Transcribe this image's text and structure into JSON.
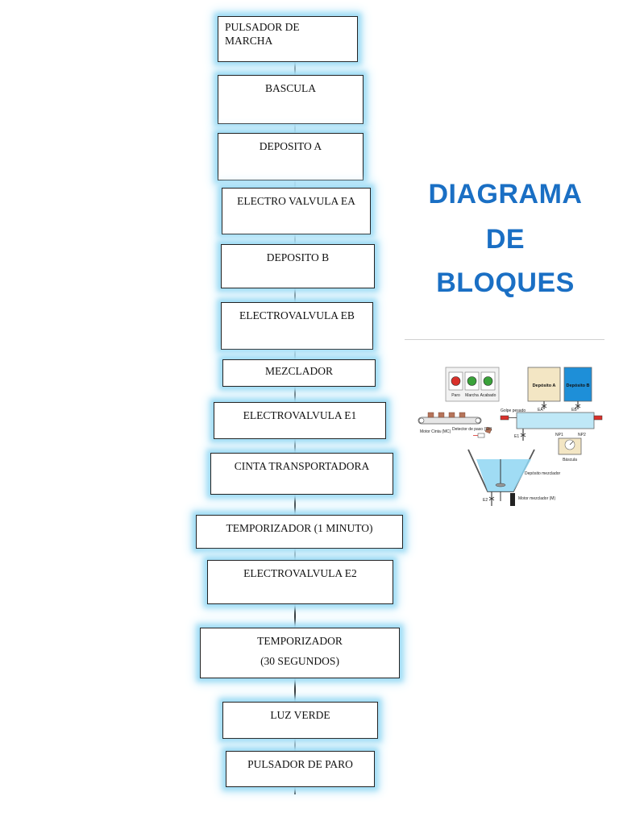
{
  "title": {
    "line1": "DIAGRAMA",
    "line2": "DE",
    "line3": "BLOQUES"
  },
  "blocks": [
    {
      "line1": "PULSADOR DE",
      "line2": "MARCHA"
    },
    {
      "label": "BASCULA"
    },
    {
      "label": "DEPOSITO A"
    },
    {
      "label": "ELECTRO VALVULA EA"
    },
    {
      "label": "DEPOSITO B"
    },
    {
      "label": "ELECTROVALVULA EB"
    },
    {
      "label": "MEZCLADOR"
    },
    {
      "label": "ELECTROVALVULA E1"
    },
    {
      "label": "CINTA TRANSPORTADORA"
    },
    {
      "label": "TEMPORIZADOR (1 MINUTO)"
    },
    {
      "label": "ELECTROVALVULA E2"
    },
    {
      "line1": "TEMPORIZADOR",
      "line2": "(30 SEGUNDOS)"
    },
    {
      "label": "LUZ VERDE"
    },
    {
      "label": "PULSADOR DE PARO"
    }
  ],
  "illustration": {
    "buttons": [
      "Paro",
      "Marcha",
      "Acabado"
    ],
    "button_colors": [
      "#d9312b",
      "#3aa23a",
      "#3aa23a"
    ],
    "tank_a": "Depósito A",
    "tank_b": "Depósito B",
    "tank_a_color": "#f3e6c4",
    "tank_b_color": "#1e8fd8",
    "gate": "Golpe pesado",
    "valve_ea": "EA",
    "valve_eb": "EB",
    "valve_e1": "E1",
    "valve_e2": "E2",
    "motor_belt": "Motor Cinta (MC)",
    "detector": "Detector de paso (SP)",
    "mixer_tank": "Depósito mezclador",
    "motor_mixer": "Motor mezclador (M)",
    "scale": "Báscula",
    "np1": "NP1",
    "np2": "NP2"
  }
}
